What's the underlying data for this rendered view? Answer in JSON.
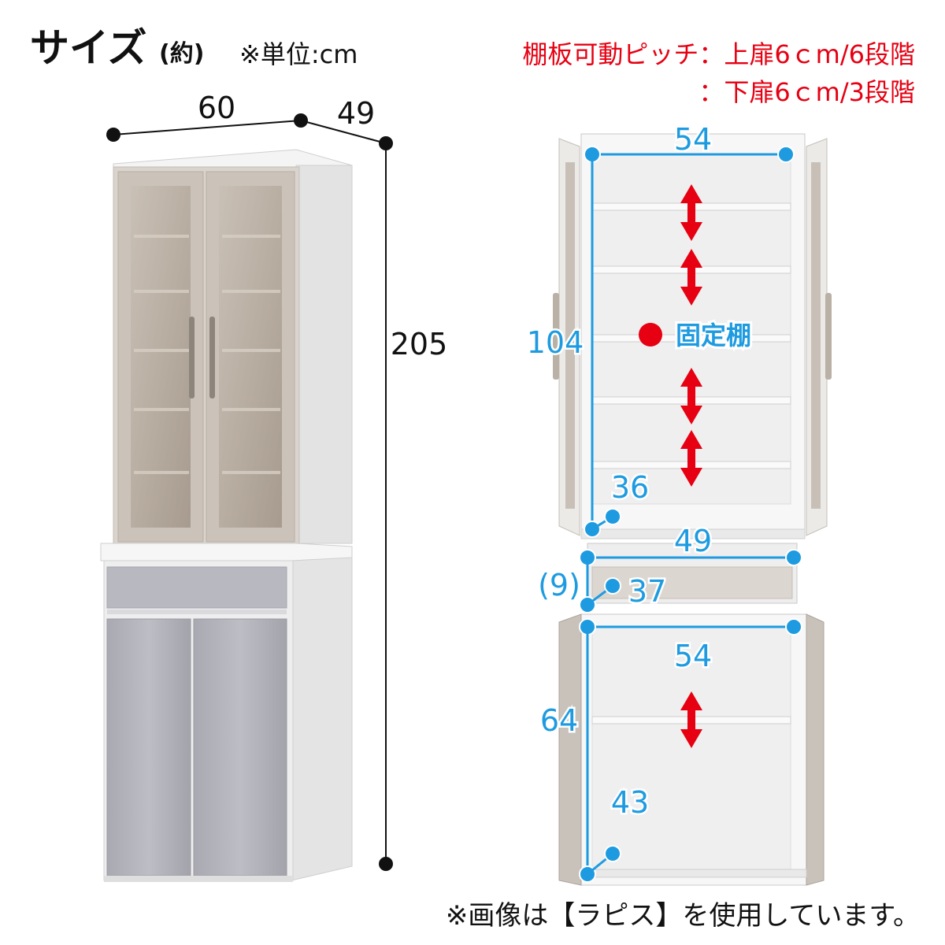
{
  "header": {
    "title": "サイズ",
    "title_sub": "(約)",
    "unit_note": "※単位:cm",
    "pitch_line1": "棚板可動ピッチ：上扉6ｃm/6段階",
    "pitch_line2": "：下扉6ｃm/3段階"
  },
  "exterior": {
    "width": "60",
    "depth": "49",
    "height": "205"
  },
  "interior": {
    "upper_width": "54",
    "upper_height": "104",
    "upper_depth": "36",
    "fixed_shelf_label": "固定棚",
    "drawer_width": "49",
    "drawer_height": "(9)",
    "drawer_depth": "37",
    "lower_width": "54",
    "lower_height": "64",
    "lower_depth": "43"
  },
  "footer": {
    "note": "※画像は【ラピス】を使用しています。"
  },
  "colors": {
    "dimension_blue": "#1e9be0",
    "accent_red": "#e60012",
    "text_black": "#111111"
  }
}
